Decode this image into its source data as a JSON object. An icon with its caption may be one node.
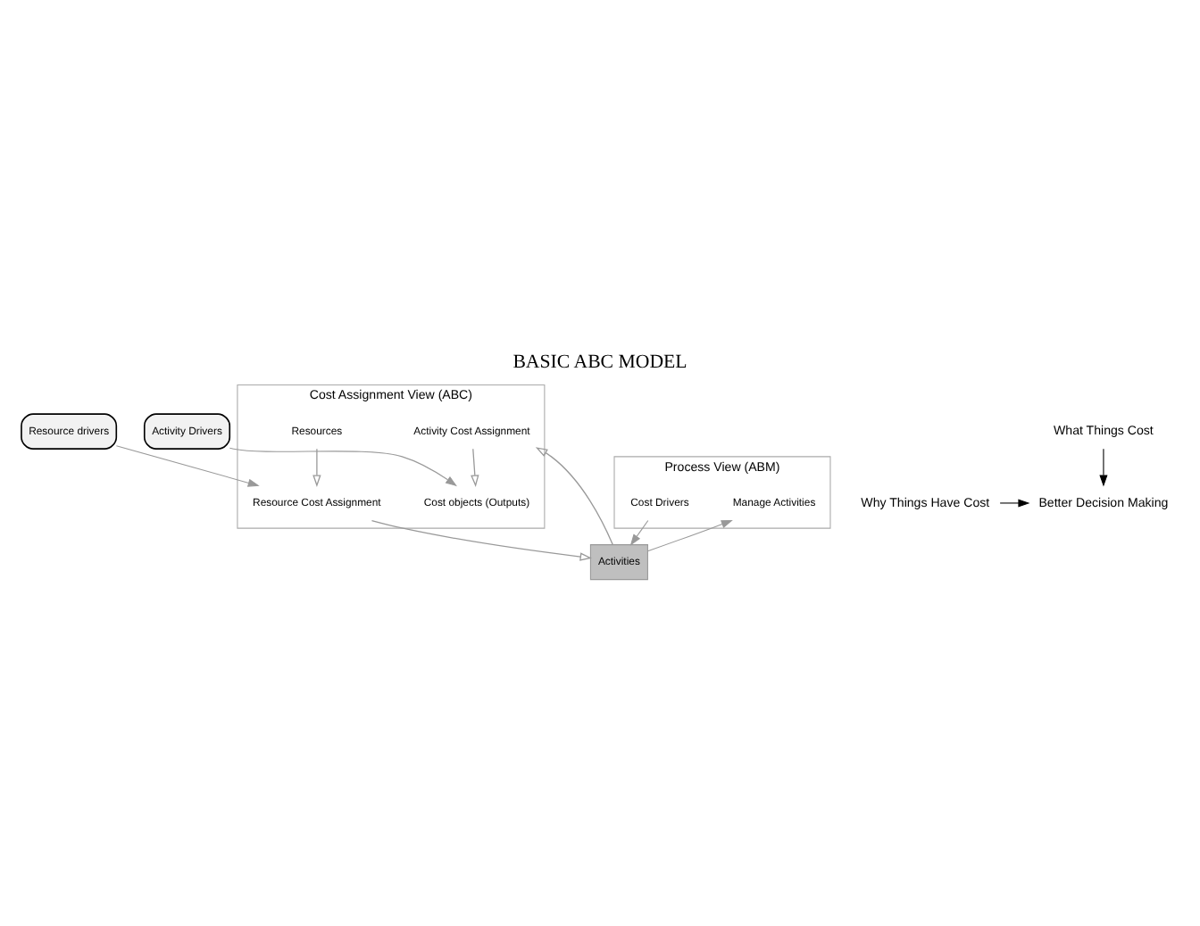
{
  "diagram": {
    "title": "BASIC ABC MODEL",
    "nodes": [
      {
        "text": [
          "Cost Assignment View (ABC)"
        ]
      },
      {
        "text": [
          "What Things Cost"
        ]
      },
      {
        "text": [
          "Resources"
        ],
        "in": 0
      },
      {
        "text": [
          "Resource drivers"
        ]
      },
      {
        "text": [
          "Resource Cost Assignment"
        ],
        "in": 0
      },
      {
        "text": [
          "Process View (ABM)"
        ]
      },
      {
        "text": [
          "Cost Drivers"
        ],
        "in": 5
      },
      {
        "text": [
          "Activities"
        ]
      },
      {
        "text": [
          "Manage Activities"
        ],
        "in": 5
      },
      {
        "text": [
          "Activity Cost Assignment"
        ],
        "in": 0
      },
      {
        "text": [
          "Activity Drivers"
        ]
      },
      {
        "text": [
          "Cost objects (Outputs)"
        ],
        "in": 0
      },
      {
        "text": [
          "Why Things Have Cost"
        ]
      },
      {
        "text": [
          "Better Decision Making"
        ]
      }
    ],
    "edges": [
      {
        "from": 2,
        "to": 4,
        "arrow": "to"
      },
      {
        "from": 3,
        "to": 4,
        "arrow": "to"
      },
      {
        "from": 4,
        "to": 7,
        "arrow": "to"
      },
      {
        "from": 6,
        "to": 7,
        "arrow": "to"
      },
      {
        "from": 7,
        "to": 8,
        "arrow": "to"
      },
      {
        "from": 7,
        "to": 9,
        "arrow": "to"
      },
      {
        "from": 9,
        "to": 11,
        "arrow": "to"
      },
      {
        "from": 10,
        "to": 11,
        "arrow": "to"
      },
      {
        "from": 1,
        "to": 13,
        "arrow": "to",
        "color": "#000000"
      },
      {
        "from": 12,
        "to": 13,
        "arrow": "to",
        "color": "#000000"
      }
    ]
  }
}
